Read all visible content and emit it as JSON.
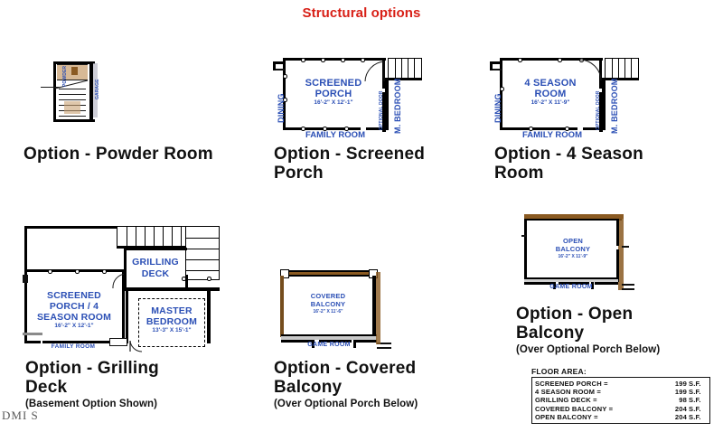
{
  "page": {
    "title": "Structural options",
    "title_color": "#d81f16",
    "watermark": "DMI S"
  },
  "options": [
    {
      "id": "powder-room",
      "caption": "Option - Powder Room",
      "subcaption": "",
      "rooms": [
        {
          "name": "POWDER",
          "dim": ""
        },
        {
          "name": "GARAGE",
          "dim": ""
        }
      ]
    },
    {
      "id": "screened-porch",
      "caption_line1": "Option - Screened",
      "caption_line2": "Porch",
      "subcaption": "",
      "rooms": [
        {
          "name": "SCREENED PORCH",
          "name_line1": "SCREENED",
          "name_line2": "PORCH",
          "dim": "16'-2\" X 12'-1\""
        }
      ],
      "adjacent_labels": {
        "left": "DINING",
        "right_inner": "OPTIONAL DOOR",
        "right": "M. BEDROOM",
        "bottom": "FAMILY ROOM"
      }
    },
    {
      "id": "four-season-room",
      "caption_line1": "Option - 4 Season",
      "caption_line2": "Room",
      "subcaption": "",
      "rooms": [
        {
          "name": "4 SEASON ROOM",
          "name_line1": "4 SEASON",
          "name_line2": "ROOM",
          "dim": "16'-2\" X 11'-9\""
        }
      ],
      "adjacent_labels": {
        "left": "DINING",
        "right_inner": "OPTIONAL DOOR",
        "right": "M. BEDROOM",
        "bottom": "FAMILY ROOM"
      }
    },
    {
      "id": "grilling-deck",
      "caption_line1": "Option - Grilling",
      "caption_line2": "Deck",
      "subcaption": "(Basement Option Shown)",
      "rooms": [
        {
          "name": "SCREENED PORCH / 4 SEASON ROOM",
          "name_line1": "SCREENED",
          "name_line2": "PORCH / 4",
          "name_line3": "SEASON ROOM",
          "dim": "16'-2\" X 12'-1\""
        },
        {
          "name": "GRILLING DECK",
          "name_line1": "GRILLING",
          "name_line2": "DECK",
          "dim": ""
        },
        {
          "name": "MASTER BEDROOM",
          "name_line1": "MASTER",
          "name_line2": "BEDROOM",
          "dim": "13'-3\" X 15'-1\""
        }
      ],
      "adjacent_labels": {
        "bottom": "FAMILY ROOM"
      }
    },
    {
      "id": "covered-balcony",
      "caption_line1": "Option - Covered",
      "caption_line2": "Balcony",
      "subcaption": "(Over Optional Porch Below)",
      "rooms": [
        {
          "name": "COVERED BALCONY",
          "name_line1": "COVERED",
          "name_line2": "BALCONY",
          "dim": "16'-2\" X 11'-6\""
        }
      ],
      "adjacent_labels": {
        "bottom": "GAME ROOM"
      }
    },
    {
      "id": "open-balcony",
      "caption_line1": "Option - Open",
      "caption_line2": "Balcony",
      "subcaption": "(Over Optional Porch Below)",
      "rooms": [
        {
          "name": "OPEN BALCONY",
          "name_line1": "OPEN",
          "name_line2": "BALCONY",
          "dim": "16'-2\" X 11'-9\""
        }
      ],
      "adjacent_labels": {
        "bottom": "GAME ROOM"
      }
    }
  ],
  "floor_area": {
    "title": "FLOOR AREA:",
    "unit": "S.F.",
    "rows": [
      {
        "label": "SCREENED PORCH =",
        "value": "199",
        "unit": "S.F."
      },
      {
        "label": "4 SEASON ROOM =",
        "value": "199",
        "unit": "S.F."
      },
      {
        "label": "GRILLING DECK =",
        "value": "98",
        "unit": "S.F."
      },
      {
        "label": "COVERED BALCONY =",
        "value": "204",
        "unit": "S.F."
      },
      {
        "label": "OPEN BALCONY =",
        "value": "204",
        "unit": "S.F."
      }
    ]
  }
}
